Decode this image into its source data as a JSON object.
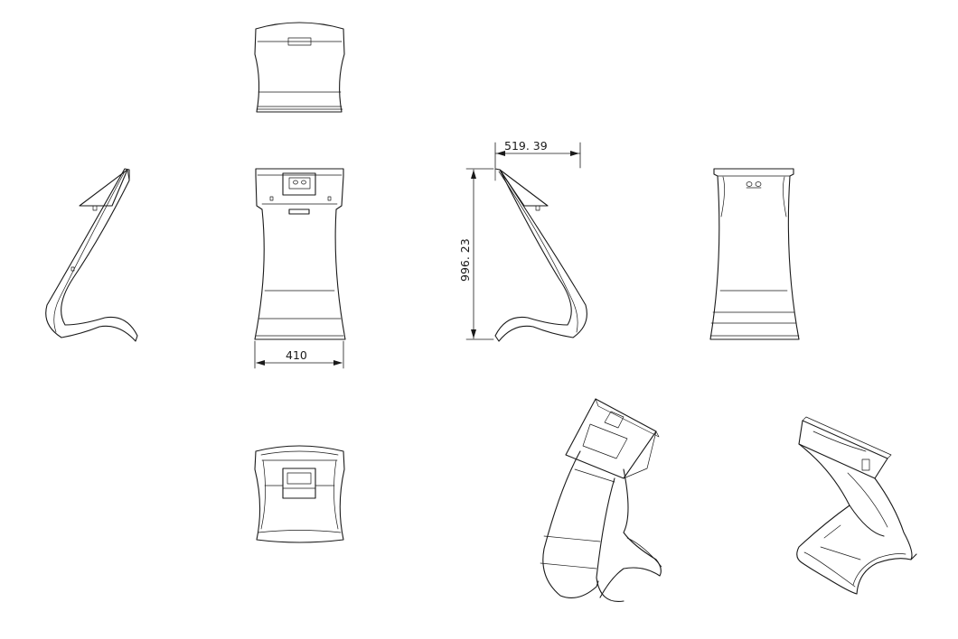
{
  "dimensions": {
    "width": "410",
    "depth": "519. 39",
    "height": "996. 23"
  },
  "colors": {
    "line": "#1a1a1a",
    "background": "#ffffff"
  }
}
